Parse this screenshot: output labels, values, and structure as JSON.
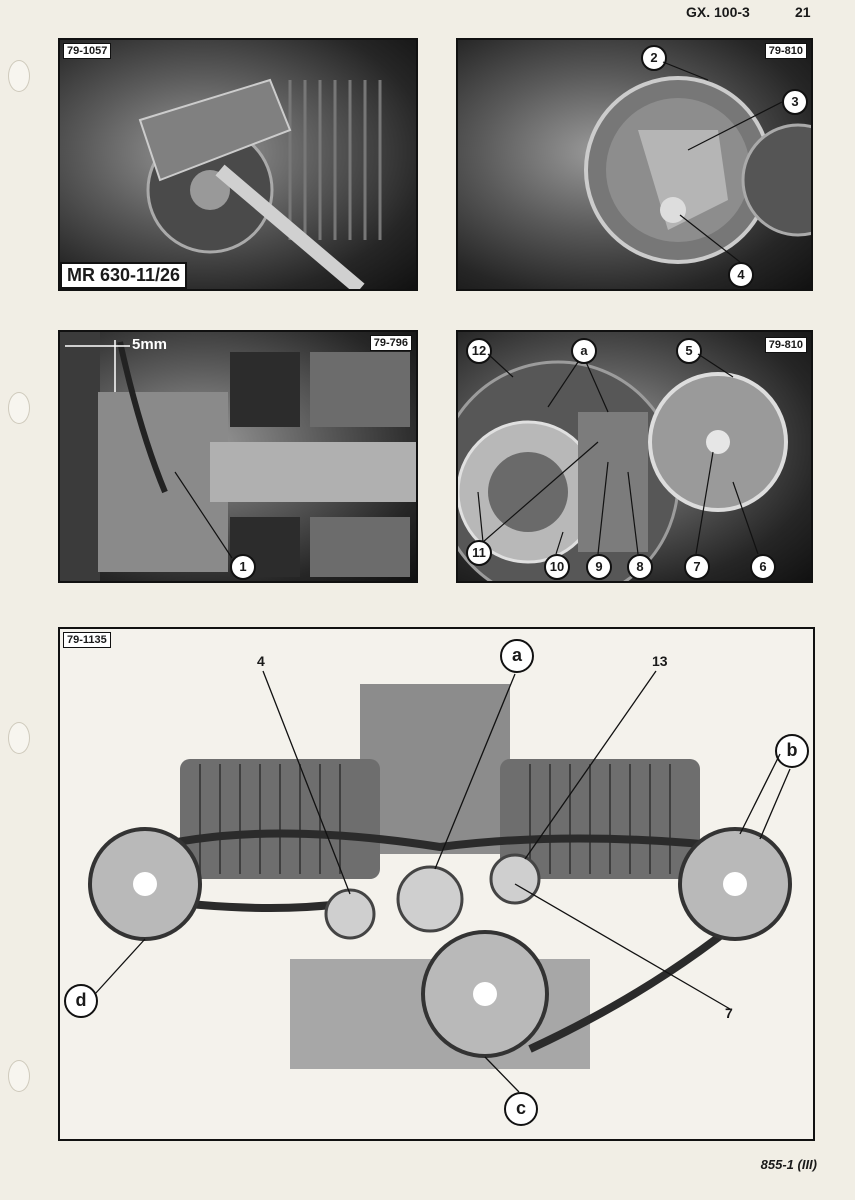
{
  "header": {
    "doc_code": "GX. 100-3",
    "page_number": "21"
  },
  "figures": {
    "fig1": {
      "id": "79-1057",
      "tool_label": "MR 630-11/26"
    },
    "fig2": {
      "id": "79-810",
      "callouts": [
        "2",
        "3",
        "4"
      ]
    },
    "fig3": {
      "id": "79-796",
      "dimension": "5mm",
      "callouts": [
        "1"
      ]
    },
    "fig4": {
      "id": "79-810",
      "callouts": [
        "12",
        "a",
        "5",
        "11",
        "10",
        "9",
        "8",
        "7",
        "6"
      ]
    },
    "fig5": {
      "id": "79-1135",
      "labels": {
        "four": "4",
        "a": "a",
        "thirteen": "13",
        "b": "b",
        "d": "d",
        "seven": "7",
        "c": "c"
      }
    }
  },
  "footer": {
    "code": "855-1 (III)"
  }
}
